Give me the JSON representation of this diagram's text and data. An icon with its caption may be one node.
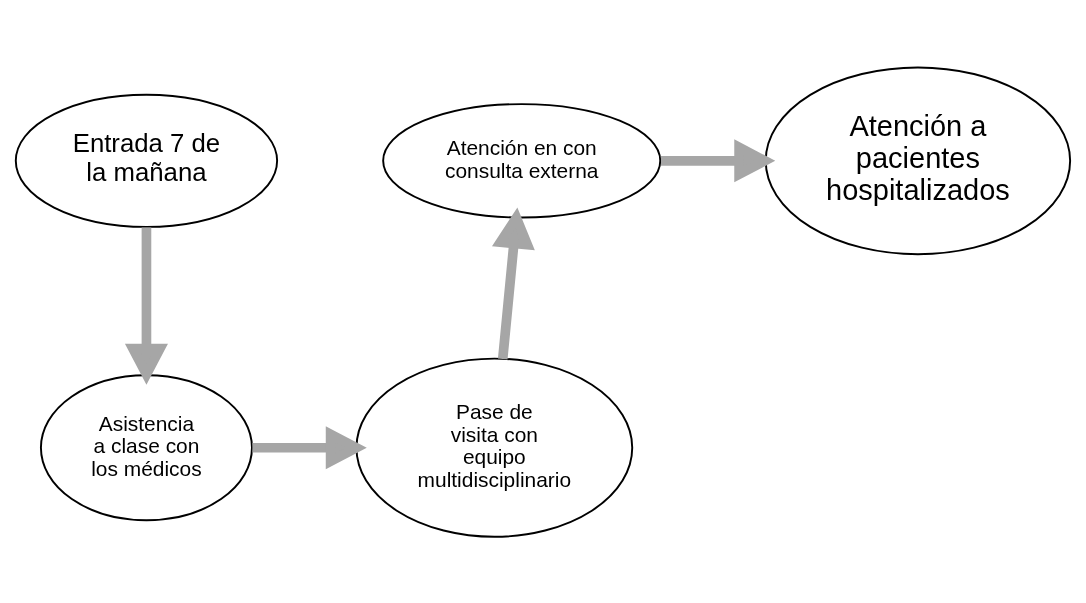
{
  "diagram": {
    "nodes": [
      {
        "text": [
          "Entrada 7 de la mañana"
        ]
      },
      {
        "text": [
          "Atención en con consulta externa"
        ]
      },
      {
        "text": [
          "Atención a pacientes hospitalizados"
        ]
      },
      {
        "text": [
          "Asistencia a clase con los médicos"
        ]
      },
      {
        "text": [
          "Pase de visita con equipo multidisciplinario"
        ]
      }
    ],
    "edges": [
      {
        "from": 0,
        "to": 3,
        "arrow": "to"
      },
      {
        "from": 3,
        "to": 4,
        "arrow": "to"
      },
      {
        "from": 4,
        "to": 1,
        "arrow": "to"
      },
      {
        "from": 1,
        "to": 2,
        "arrow": "to"
      }
    ]
  }
}
